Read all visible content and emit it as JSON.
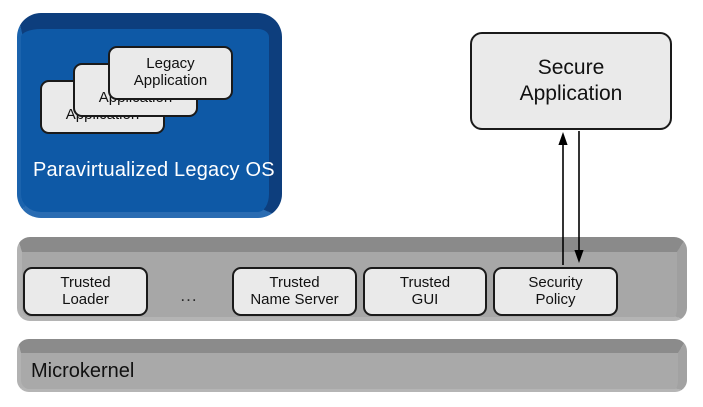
{
  "colors": {
    "legacy-face": "#0E59A6",
    "legacy-bevel": "#0D3E7D",
    "bar-face": "#A7A7A7",
    "bar-bevel": "#8A8A8A",
    "node-fill": "#EAEAEA",
    "node-border": "#1A1A1A",
    "arrow": "#000000"
  },
  "legacy_os": {
    "label": "Paravirtualized Legacy OS",
    "apps": [
      {
        "label": "Legacy\nApplication"
      },
      {
        "label": "Legacy\nApplication"
      },
      {
        "label": "Legacy\nApplication"
      }
    ]
  },
  "secure_application": {
    "label": "Secure\nApplication"
  },
  "services_bar": {
    "ellipsis": "...",
    "items": [
      {
        "label": "Trusted\nLoader"
      },
      {
        "label": "Trusted\nName Server"
      },
      {
        "label": "Trusted\nGUI"
      },
      {
        "label": "Security\nPolicy"
      }
    ]
  },
  "microkernel": {
    "label": "Microkernel"
  }
}
